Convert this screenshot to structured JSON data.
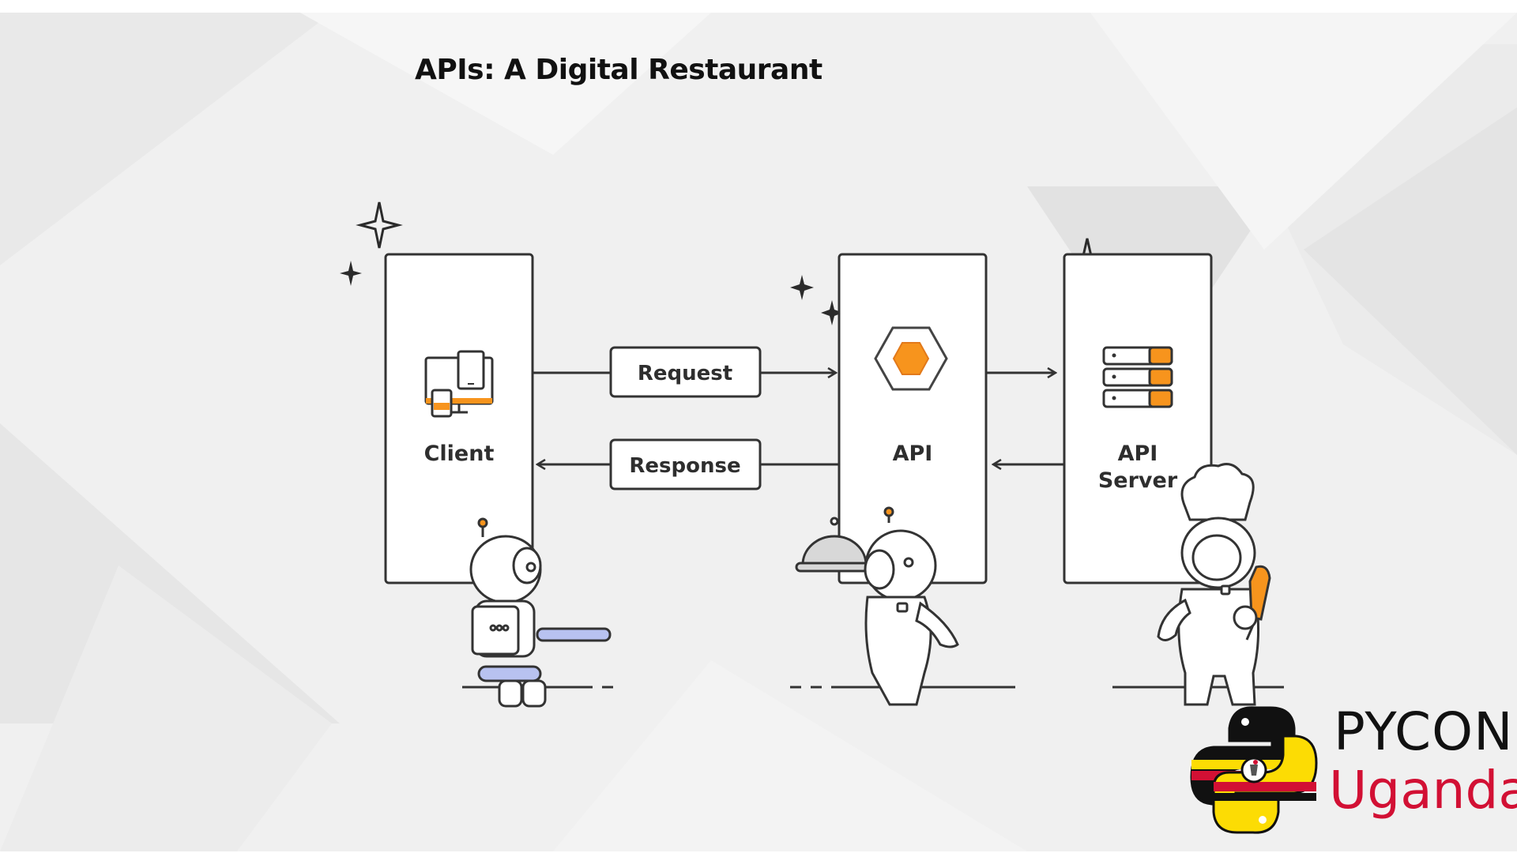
{
  "slide": {
    "title": "APIs: A Digital Restaurant"
  },
  "diagram": {
    "client_label": "Client",
    "api_label": "API",
    "server_label_line1": "API",
    "server_label_line2": "Server",
    "request_label": "Request",
    "response_label": "Response"
  },
  "logo": {
    "line1": "PYCON",
    "line2": "Uganda"
  },
  "colors": {
    "accent_orange": "#f7941d",
    "outline": "#333333",
    "chair_blue": "#b8c2f0",
    "uganda_red": "#d21034",
    "uganda_yellow": "#fcdc04"
  }
}
